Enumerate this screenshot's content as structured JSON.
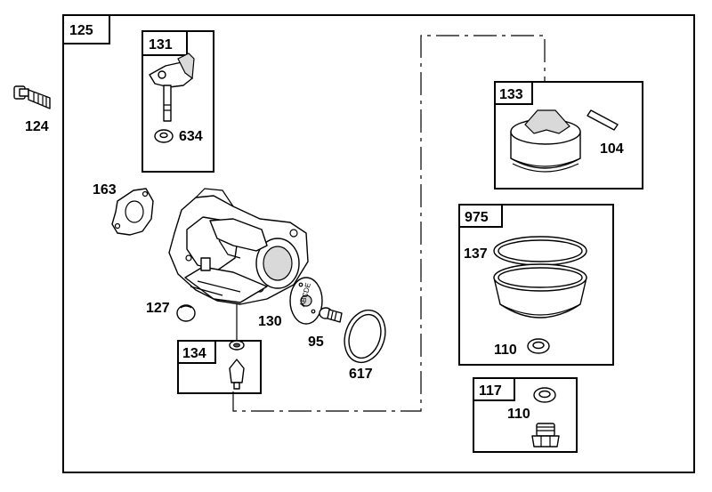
{
  "diagram": {
    "main_assembly": {
      "label": "125"
    },
    "groups": [
      {
        "label": "131",
        "parts": [
          "634"
        ]
      },
      {
        "label": "133",
        "parts": [
          "104"
        ]
      },
      {
        "label": "975",
        "parts": [
          "137",
          "110"
        ]
      },
      {
        "label": "134",
        "parts": []
      },
      {
        "label": "117",
        "parts": [
          "110"
        ]
      }
    ],
    "parts": {
      "p124": "124",
      "p163": "163",
      "p127": "127",
      "p130": "130",
      "p95": "95",
      "p617": "617",
      "p634": "634",
      "p104": "104",
      "p137": "137",
      "p110a": "110",
      "p110b": "110"
    },
    "stamp_text": "ABCDE"
  }
}
